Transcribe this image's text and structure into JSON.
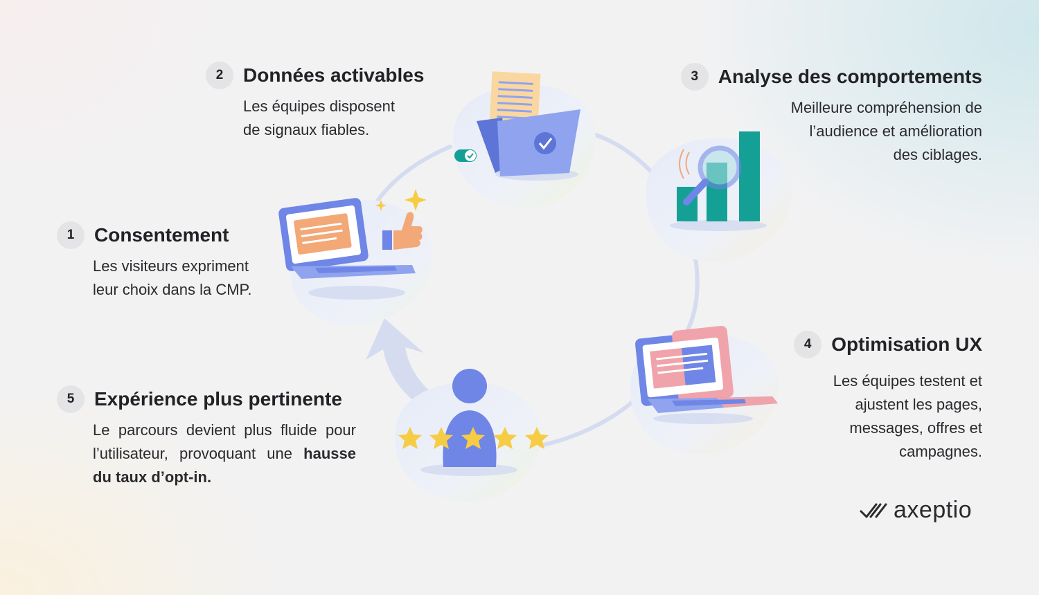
{
  "steps": [
    {
      "number": "1",
      "title": "Consentement",
      "description": "Les visiteurs expriment leur choix dans la CMP."
    },
    {
      "number": "2",
      "title": "Données activables",
      "description": "Les équipes disposent de signaux fiables."
    },
    {
      "number": "3",
      "title": "Analyse des comportements",
      "description": "Meilleure compréhension de l’audience et amélioration des ciblages."
    },
    {
      "number": "4",
      "title": "Optimisation UX",
      "description": "Les équipes testent et ajustent les pages, messages, offres et campagnes."
    },
    {
      "number": "5",
      "title": "Expérience plus pertinente",
      "description_prefix": "Le parcours devient plus fluide pour l’utilisateur, provoquant une ",
      "description_bold": "hausse du taux d’opt-in."
    }
  ],
  "logo": {
    "text": "axeptio"
  },
  "icons": {
    "step1": "laptop-thumbs-up-icon",
    "step2": "folder-document-check-icon",
    "step3": "bar-chart-magnifier-icon",
    "step4": "laptop-ab-test-icon",
    "step5": "user-five-stars-icon"
  },
  "colors": {
    "indigo": "#6f86e6",
    "orange": "#f2a877",
    "teal": "#15a095",
    "pink": "#f0a3aa",
    "star": "#f6cc45"
  }
}
